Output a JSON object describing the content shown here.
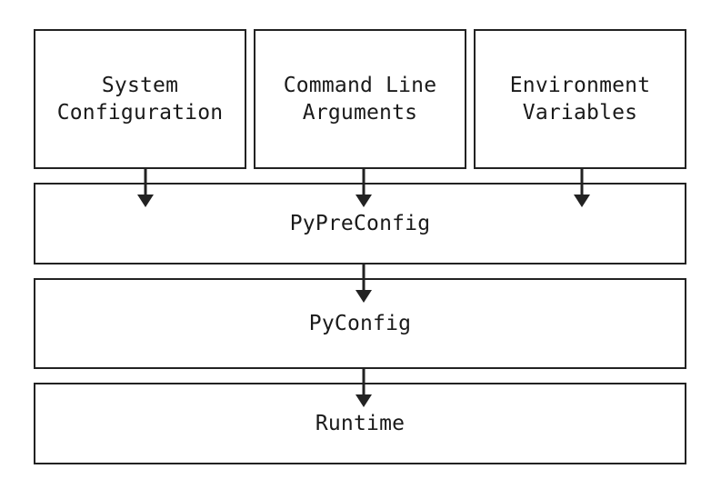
{
  "sources": [
    {
      "id": "system-configuration",
      "label": "System\nConfiguration"
    },
    {
      "id": "command-line-arguments",
      "label": "Command Line\nArguments"
    },
    {
      "id": "environment-variables",
      "label": "Environment\nVariables"
    }
  ],
  "stages": {
    "pypreconfig": {
      "label": "PyPreConfig"
    },
    "pyconfig": {
      "label": "PyConfig"
    },
    "runtime": {
      "label": "Runtime"
    }
  },
  "colors": {
    "stroke": "#222222",
    "background": "#ffffff",
    "text": "#1a1a1a"
  }
}
